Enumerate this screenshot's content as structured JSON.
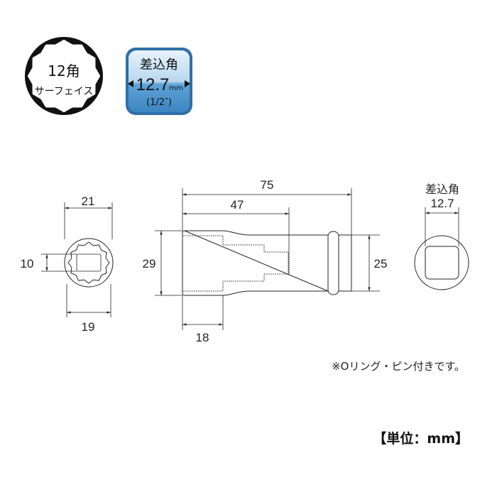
{
  "badges": {
    "twelve_point": {
      "line1": "12角",
      "line2": "サーフェイス"
    },
    "drive": {
      "label": "差込角",
      "value": "12.7",
      "unit": "mm",
      "inch": "(1/2″)",
      "color": "#4a90c8"
    }
  },
  "front_view": {
    "dim_outer": "21",
    "dim_depth": "10",
    "dim_inner": "19"
  },
  "side_view": {
    "dim_total": "75",
    "dim_bore": "47",
    "dim_head_dia": "29",
    "dim_drive_dia": "25",
    "dim_head_len": "18"
  },
  "rear_view": {
    "label": "差込角",
    "value": "12.7"
  },
  "note": "※Oリング・ピン付きです。",
  "unit_label": "【単位：mm】"
}
